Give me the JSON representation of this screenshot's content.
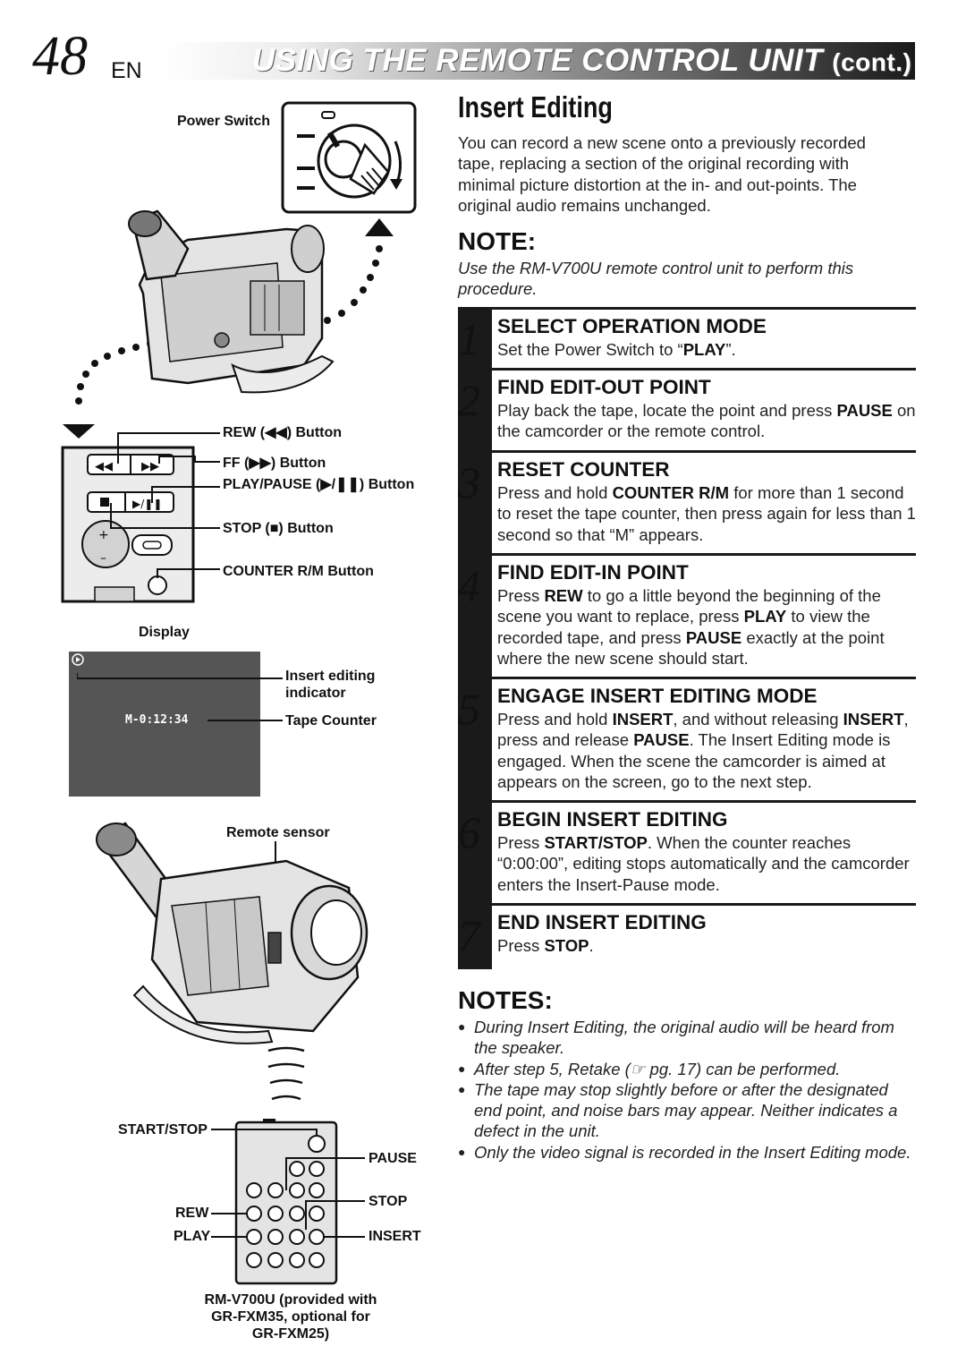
{
  "header": {
    "page_number": "48",
    "language": "EN",
    "title": "USING THE REMOTE CONTROL UNIT",
    "title_suffix": "(cont.)"
  },
  "left": {
    "power_switch_label": "Power Switch",
    "camcorder_buttons": {
      "rew": "REW (◀◀) Button",
      "ff": "FF (▶▶) Button",
      "play_pause": "PLAY/PAUSE (▶/❚❚) Button",
      "stop": "STOP (■) Button",
      "counter": "COUNTER R/M Button"
    },
    "display_label": "Display",
    "display_counter": "M-0:12:34",
    "insert_indicator_label": "Insert editing indicator",
    "tape_counter_label": "Tape Counter",
    "remote_sensor_label": "Remote sensor",
    "remote_labels": {
      "start_stop": "START/STOP",
      "pause": "PAUSE",
      "stop": "STOP",
      "rew": "REW",
      "play": "PLAY",
      "insert": "INSERT"
    },
    "remote_caption_1": "RM-V700U (provided with",
    "remote_caption_2": "GR-FXM35, optional for",
    "remote_caption_3": "GR-FXM25)"
  },
  "right": {
    "section_title": "Insert Editing",
    "intro": "You can record a new scene onto a previously recorded tape, replacing a section of the original recording with minimal picture distortion at the in- and out-points. The original audio remains unchanged.",
    "note_heading": "NOTE:",
    "note_text": "Use the RM-V700U remote control unit to perform this procedure.",
    "steps": [
      {
        "num": "1",
        "title": "SELECT OPERATION MODE",
        "body": "Set the Power Switch to “PLAY”."
      },
      {
        "num": "2",
        "title": "FIND EDIT-OUT POINT",
        "body": "Play back the tape, locate the point and press PAUSE on the camcorder or the remote control."
      },
      {
        "num": "3",
        "title": "RESET COUNTER",
        "body": "Press and hold COUNTER R/M for more than 1 second to reset the tape counter, then press again for less than 1 second so that “M” appears."
      },
      {
        "num": "4",
        "title": "FIND EDIT-IN POINT",
        "body": "Press REW to go a little beyond the beginning of the scene you want to replace, press PLAY to view the recorded tape, and press PAUSE exactly at the point where the new scene should start."
      },
      {
        "num": "5",
        "title": "ENGAGE INSERT EDITING MODE",
        "body": "Press and hold INSERT, and without releasing INSERT, press and release PAUSE. The Insert Editing mode is engaged. When the scene the camcorder is aimed at appears on the screen, go to the next step."
      },
      {
        "num": "6",
        "title": "BEGIN INSERT EDITING",
        "body": "Press START/STOP. When the counter reaches “0:00:00”, editing stops automatically and the camcorder enters the Insert-Pause mode."
      },
      {
        "num": "7",
        "title": "END INSERT EDITING",
        "body": "Press STOP."
      }
    ],
    "notes_heading": "NOTES:",
    "notes": [
      "During Insert Editing, the original audio will be heard from the speaker.",
      "After step 5, Retake (☞ pg. 17) can be performed.",
      "The tape may stop slightly before or after the designated end point, and noise bars may appear. Neither indicates a defect in the unit.",
      "Only the video signal is recorded in the Insert Editing mode."
    ],
    "bullet": "●"
  }
}
